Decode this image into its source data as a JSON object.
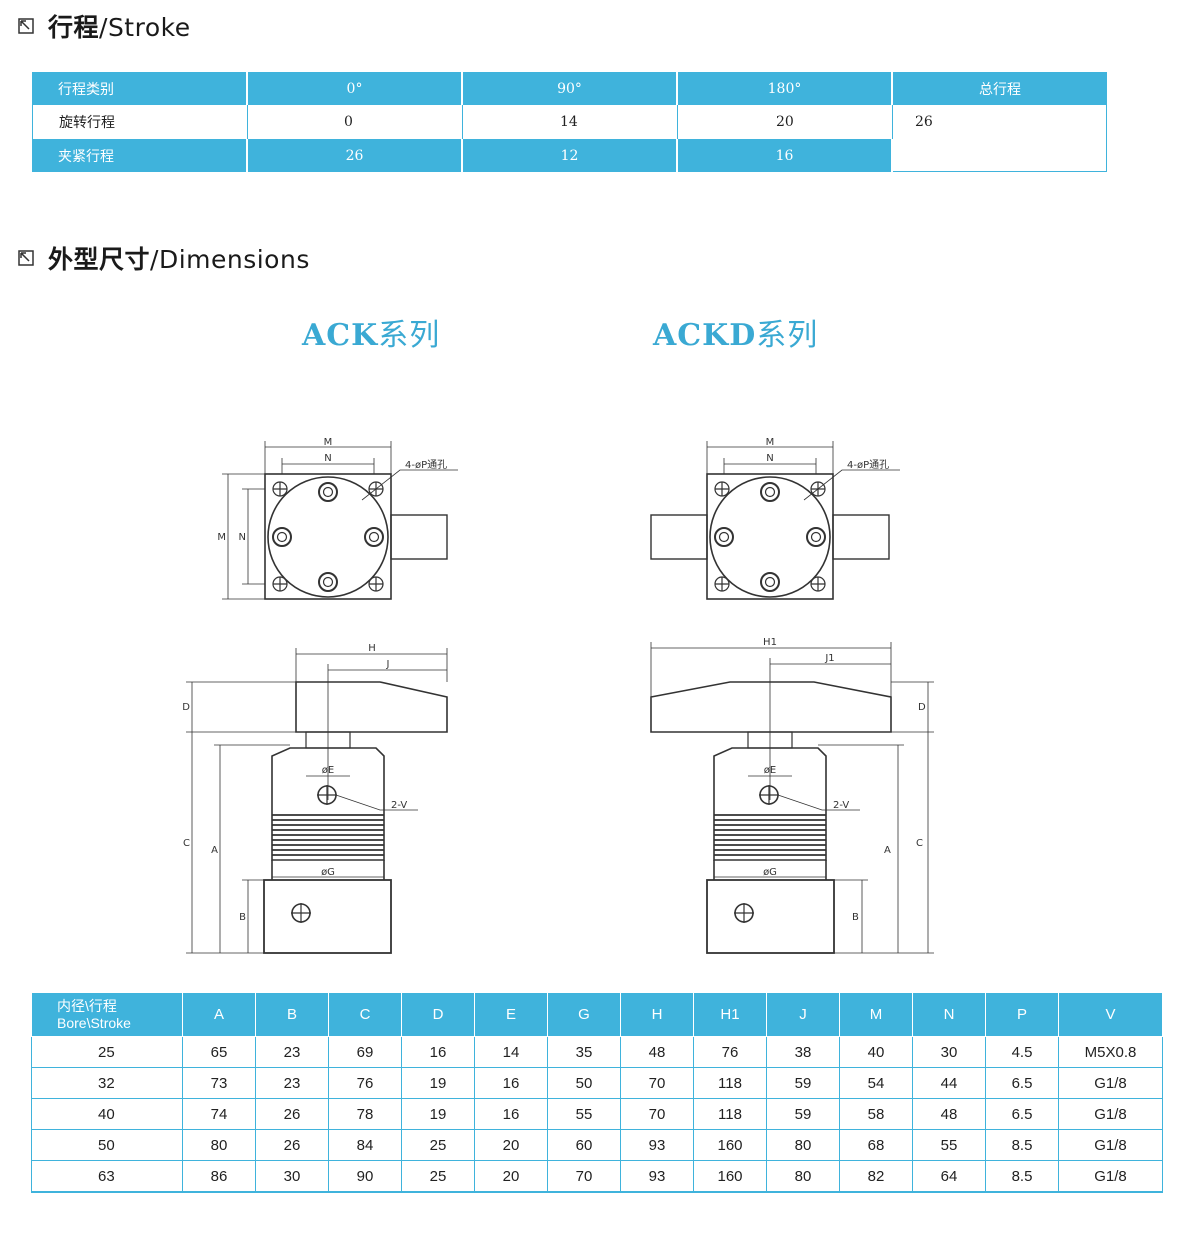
{
  "sections": {
    "stroke": {
      "title_cn": "行程",
      "title_en": "/Stroke"
    },
    "dimensions": {
      "title_cn": "外型尺寸",
      "title_en": "/Dimensions"
    }
  },
  "stroke_table": {
    "headers": [
      "行程类别",
      "0°",
      "90°",
      "180°",
      "总行程"
    ],
    "row1": [
      "旋转行程",
      "0",
      "14",
      "20",
      "26"
    ],
    "row2": [
      "夹紧行程",
      "26",
      "12",
      "16"
    ]
  },
  "series": {
    "ack": {
      "name": "ACK",
      "suffix": "系列"
    },
    "ackd": {
      "name": "ACKD",
      "suffix": "系列"
    }
  },
  "drawing_labels": {
    "M": "M",
    "N": "N",
    "H": "H",
    "H1": "H1",
    "J": "J",
    "J1": "J1",
    "A": "A",
    "B": "B",
    "C": "C",
    "D": "D",
    "E": "øE",
    "G": "øG",
    "V": "2-V",
    "P": "4-øP通孔"
  },
  "dim_table": {
    "first_header": [
      "内径\\行程",
      "Bore\\Stroke"
    ],
    "headers": [
      "A",
      "B",
      "C",
      "D",
      "E",
      "G",
      "H",
      "H1",
      "J",
      "M",
      "N",
      "P",
      "V"
    ],
    "rows": [
      [
        "25",
        "65",
        "23",
        "69",
        "16",
        "14",
        "35",
        "48",
        "76",
        "38",
        "40",
        "30",
        "4.5",
        "M5X0.8"
      ],
      [
        "32",
        "73",
        "23",
        "76",
        "19",
        "16",
        "50",
        "70",
        "118",
        "59",
        "54",
        "44",
        "6.5",
        "G1/8"
      ],
      [
        "40",
        "74",
        "26",
        "78",
        "19",
        "16",
        "55",
        "70",
        "118",
        "59",
        "58",
        "48",
        "6.5",
        "G1/8"
      ],
      [
        "50",
        "80",
        "26",
        "84",
        "25",
        "20",
        "60",
        "93",
        "160",
        "80",
        "68",
        "55",
        "8.5",
        "G1/8"
      ],
      [
        "63",
        "86",
        "30",
        "90",
        "25",
        "20",
        "70",
        "93",
        "160",
        "80",
        "82",
        "64",
        "8.5",
        "G1/8"
      ]
    ]
  },
  "colors": {
    "accent": "#3fb3dc",
    "series_title": "#3aa9d3"
  }
}
